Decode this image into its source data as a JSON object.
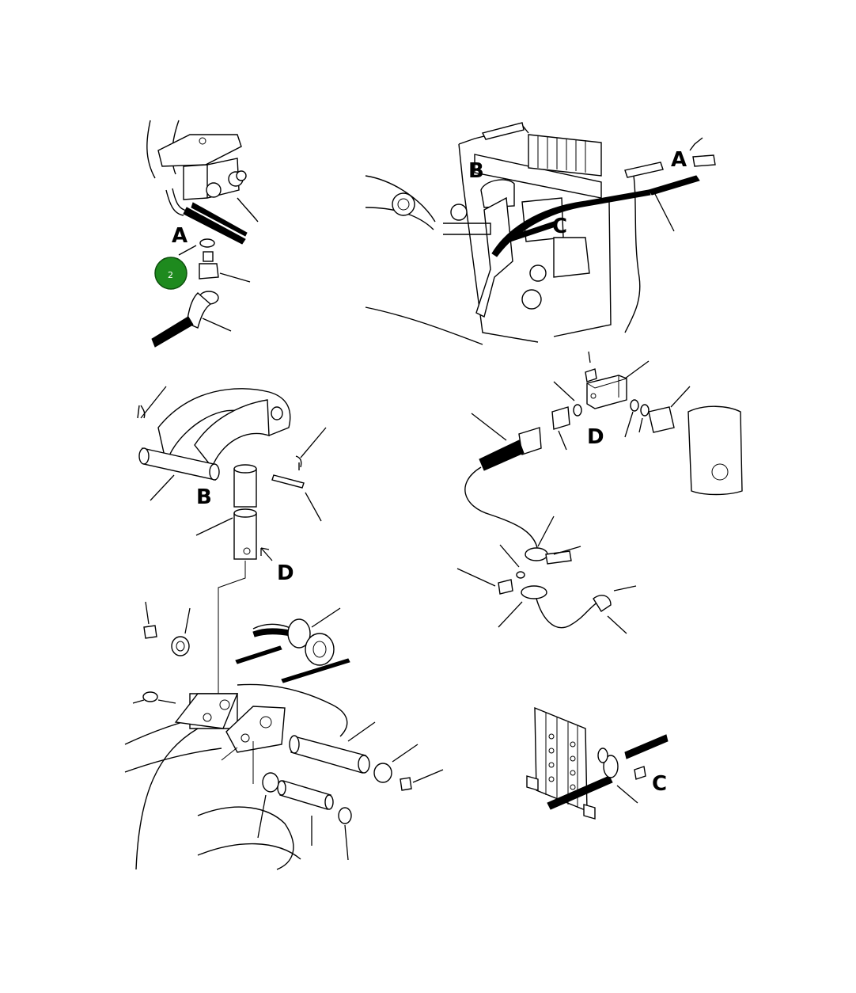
{
  "callouts": {
    "view_a_top": "A",
    "view_b_top": "B",
    "view_c_top": "C",
    "view_a_main": "A",
    "view_b_detail": "B",
    "view_d_detail_top": "D",
    "view_d_detail_bottom": "D",
    "view_c_detail": "C"
  },
  "hotspot_badge": {
    "label": "2",
    "color": "#1e8a1e"
  },
  "colors": {
    "line": "#000000",
    "background": "#ffffff",
    "badge": "#1e8a1e"
  }
}
